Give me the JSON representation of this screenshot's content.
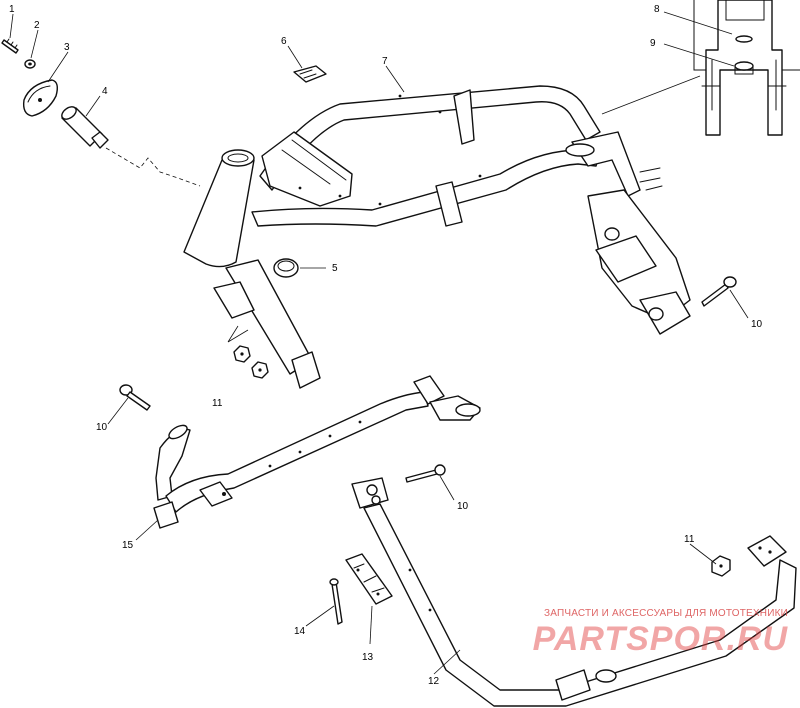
{
  "callouts": {
    "c1": "1",
    "c2": "2",
    "c3": "3",
    "c4": "4",
    "c5": "5",
    "c6": "6",
    "c7": "7",
    "c8": "8",
    "c9": "9",
    "c10a": "10",
    "c10b": "10",
    "c10c": "10",
    "c11a": "11",
    "c11b": "11",
    "c12": "12",
    "c13": "13",
    "c14": "14",
    "c15": "15"
  },
  "watermark": {
    "tagline": "ЗАПЧАСТИ И АКСЕССУАРЫ ДЛЯ МОТОТЕХНИКИ",
    "logo": "PARTSPOR.RU"
  },
  "colors": {
    "line": "#111111",
    "watermark": "#e23b3b",
    "background": "#ffffff"
  }
}
